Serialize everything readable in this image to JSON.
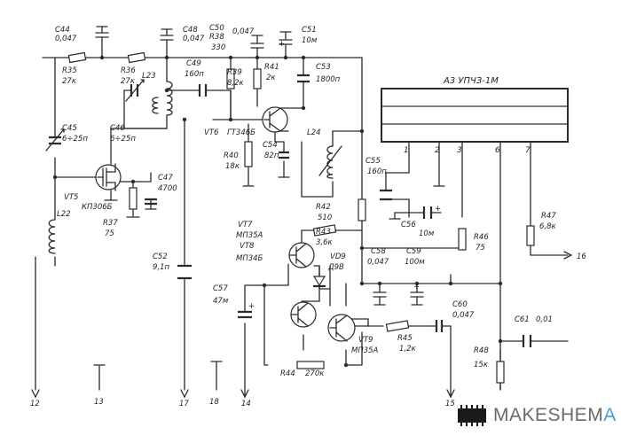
{
  "block": {
    "title": "А3  УПЧЗ-1М",
    "pins": [
      "1",
      "2",
      "3",
      "6",
      "7"
    ]
  },
  "components": {
    "C44": {
      "ref": "С44",
      "value": "0,047"
    },
    "C48": {
      "ref": "С48",
      "value": "0,047"
    },
    "C50": {
      "ref": "С50",
      "value": "0,047"
    },
    "R38": {
      "ref": "R38",
      "value": "330"
    },
    "C51": {
      "ref": "С51",
      "value": "10м"
    },
    "R35": {
      "ref": "R35",
      "value": "27к"
    },
    "R36": {
      "ref": "R36",
      "value": "27к"
    },
    "L23": {
      "ref": "L23"
    },
    "C49": {
      "ref": "С49",
      "value": "160п"
    },
    "R39": {
      "ref": "R39",
      "value": "8,2к"
    },
    "R41": {
      "ref": "R41",
      "value": "2к"
    },
    "C53": {
      "ref": "С53",
      "value": "1800п"
    },
    "C45": {
      "ref": "С45",
      "value": "6÷25п"
    },
    "C46": {
      "ref": "С46",
      "value": "6÷25п"
    },
    "VT6": {
      "ref": "VT6",
      "value": "ГТ346Б"
    },
    "L24": {
      "ref": "L24"
    },
    "C54": {
      "ref": "С54",
      "value": "82п"
    },
    "R40": {
      "ref": "R40",
      "value": "18к"
    },
    "C55": {
      "ref": "С55",
      "value": "160п"
    },
    "C47": {
      "ref": "С47",
      "value": "4700"
    },
    "VT5": {
      "ref": "VT5",
      "value": "КП306Б"
    },
    "R37": {
      "ref": "R37",
      "value": "75"
    },
    "R42": {
      "ref": "R42",
      "value": "510"
    },
    "L22": {
      "ref": "L22"
    },
    "C56": {
      "ref": "С56",
      "value": "10м"
    },
    "R47": {
      "ref": "R47",
      "value": "6,8к"
    },
    "VT7": {
      "ref": "VT7",
      "value": "МП35А"
    },
    "VT8": {
      "ref": "VT8",
      "value": "МП34Б"
    },
    "R43": {
      "ref": "R43",
      "value": "3,6к"
    },
    "R46": {
      "ref": "R46",
      "value": "75"
    },
    "C52": {
      "ref": "С52",
      "value": "9,1п"
    },
    "C58": {
      "ref": "С58",
      "value": "0,047"
    },
    "C59": {
      "ref": "С59",
      "value": "100м"
    },
    "VD9": {
      "ref": "VD9",
      "value": "Д9В"
    },
    "C57": {
      "ref": "С57",
      "value": "47м"
    },
    "C60": {
      "ref": "С60",
      "value": "0,047"
    },
    "C61": {
      "ref": "С61",
      "value": "0,01"
    },
    "VT9": {
      "ref": "VT9",
      "value": "МП35А"
    },
    "R45": {
      "ref": "R45",
      "value": "1,2к"
    },
    "R48": {
      "ref": "R48",
      "value": "15к"
    },
    "R44": {
      "ref": "R44",
      "value": "270к"
    }
  },
  "terminals": [
    "12",
    "13",
    "17",
    "18",
    "14",
    "15",
    "16"
  ],
  "watermark": {
    "part_a": "MAKESHEM",
    "part_b": "A"
  }
}
